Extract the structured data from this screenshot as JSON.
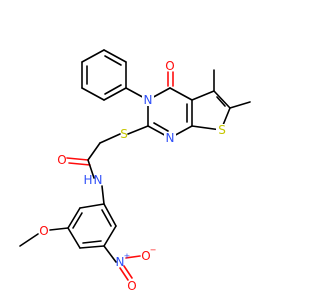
{
  "atoms": {
    "o_carbonyl_ring": "O",
    "n_ring": "N",
    "s_link": "S",
    "s_thio": "S",
    "n_pyr": "N",
    "o_amide": "O",
    "n_amide": "N",
    "h_amide": "H",
    "o_methoxy": "O",
    "n_nitro": "N",
    "n_nitro_charge": "+",
    "o_nitro_top": "O",
    "o_nitro_bottom": "O",
    "o_nitro_charge": "−"
  },
  "colors": {
    "carbon": "#000000",
    "oxygen": "#ff0d0d",
    "nitrogen": "#3050f8",
    "sulfur": "#c6c600"
  }
}
